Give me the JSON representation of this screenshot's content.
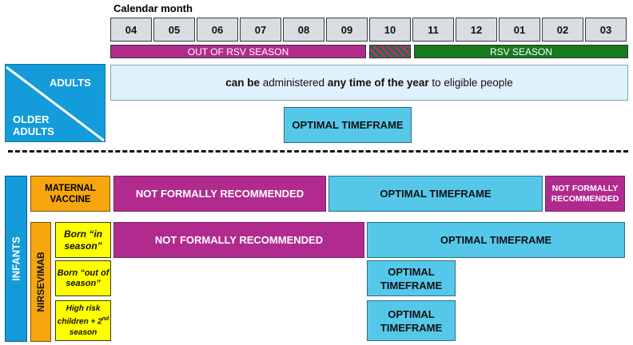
{
  "header": {
    "title": "Calendar month"
  },
  "months": [
    "04",
    "05",
    "06",
    "07",
    "08",
    "09",
    "10",
    "11",
    "12",
    "01",
    "02",
    "03"
  ],
  "seasons": {
    "out": "OUT OF RSV SEASON",
    "in": "RSV SEASON"
  },
  "adults": {
    "top_label": "ADULTS",
    "bottom_label": "OLDER ADULTS",
    "anytime_part1": "can be",
    "anytime_part2": "administered",
    "anytime_part3": "any time of the year",
    "anytime_part4": "to eligible people",
    "optimal": "OPTIMAL TIMEFRAME"
  },
  "infants": {
    "label": "INFANTS",
    "maternal_label": "MATERNAL VACCINE",
    "nirsevimab_label": "NIRSEVIMAB",
    "maternal_not_rec_left": "NOT FORMALLY RECOMMENDED",
    "maternal_optimal": "OPTIMAL TIMEFRAME",
    "maternal_not_rec_right": "NOT FORMALLY RECOMMENDED",
    "born_in_season": "Born “in season”",
    "in_season_not_rec": "NOT FORMALLY RECOMMENDED",
    "in_season_optimal": "OPTIMAL TIMEFRAME",
    "born_out_of_season": "Born “out of season”",
    "out_season_optimal": "OPTIMAL TIMEFRAME",
    "high_risk_1": "High risk children + 2",
    "high_risk_sup": "nd",
    "high_risk_2": "season",
    "high_risk_optimal": "OPTIMAL TIMEFRAME"
  },
  "colors": {
    "magenta": "#b12b8f",
    "cyan": "#55c8ea",
    "green": "#167a1e",
    "blue": "#149bd9",
    "orange": "#f6a70f",
    "yellow": "#ffff00"
  }
}
